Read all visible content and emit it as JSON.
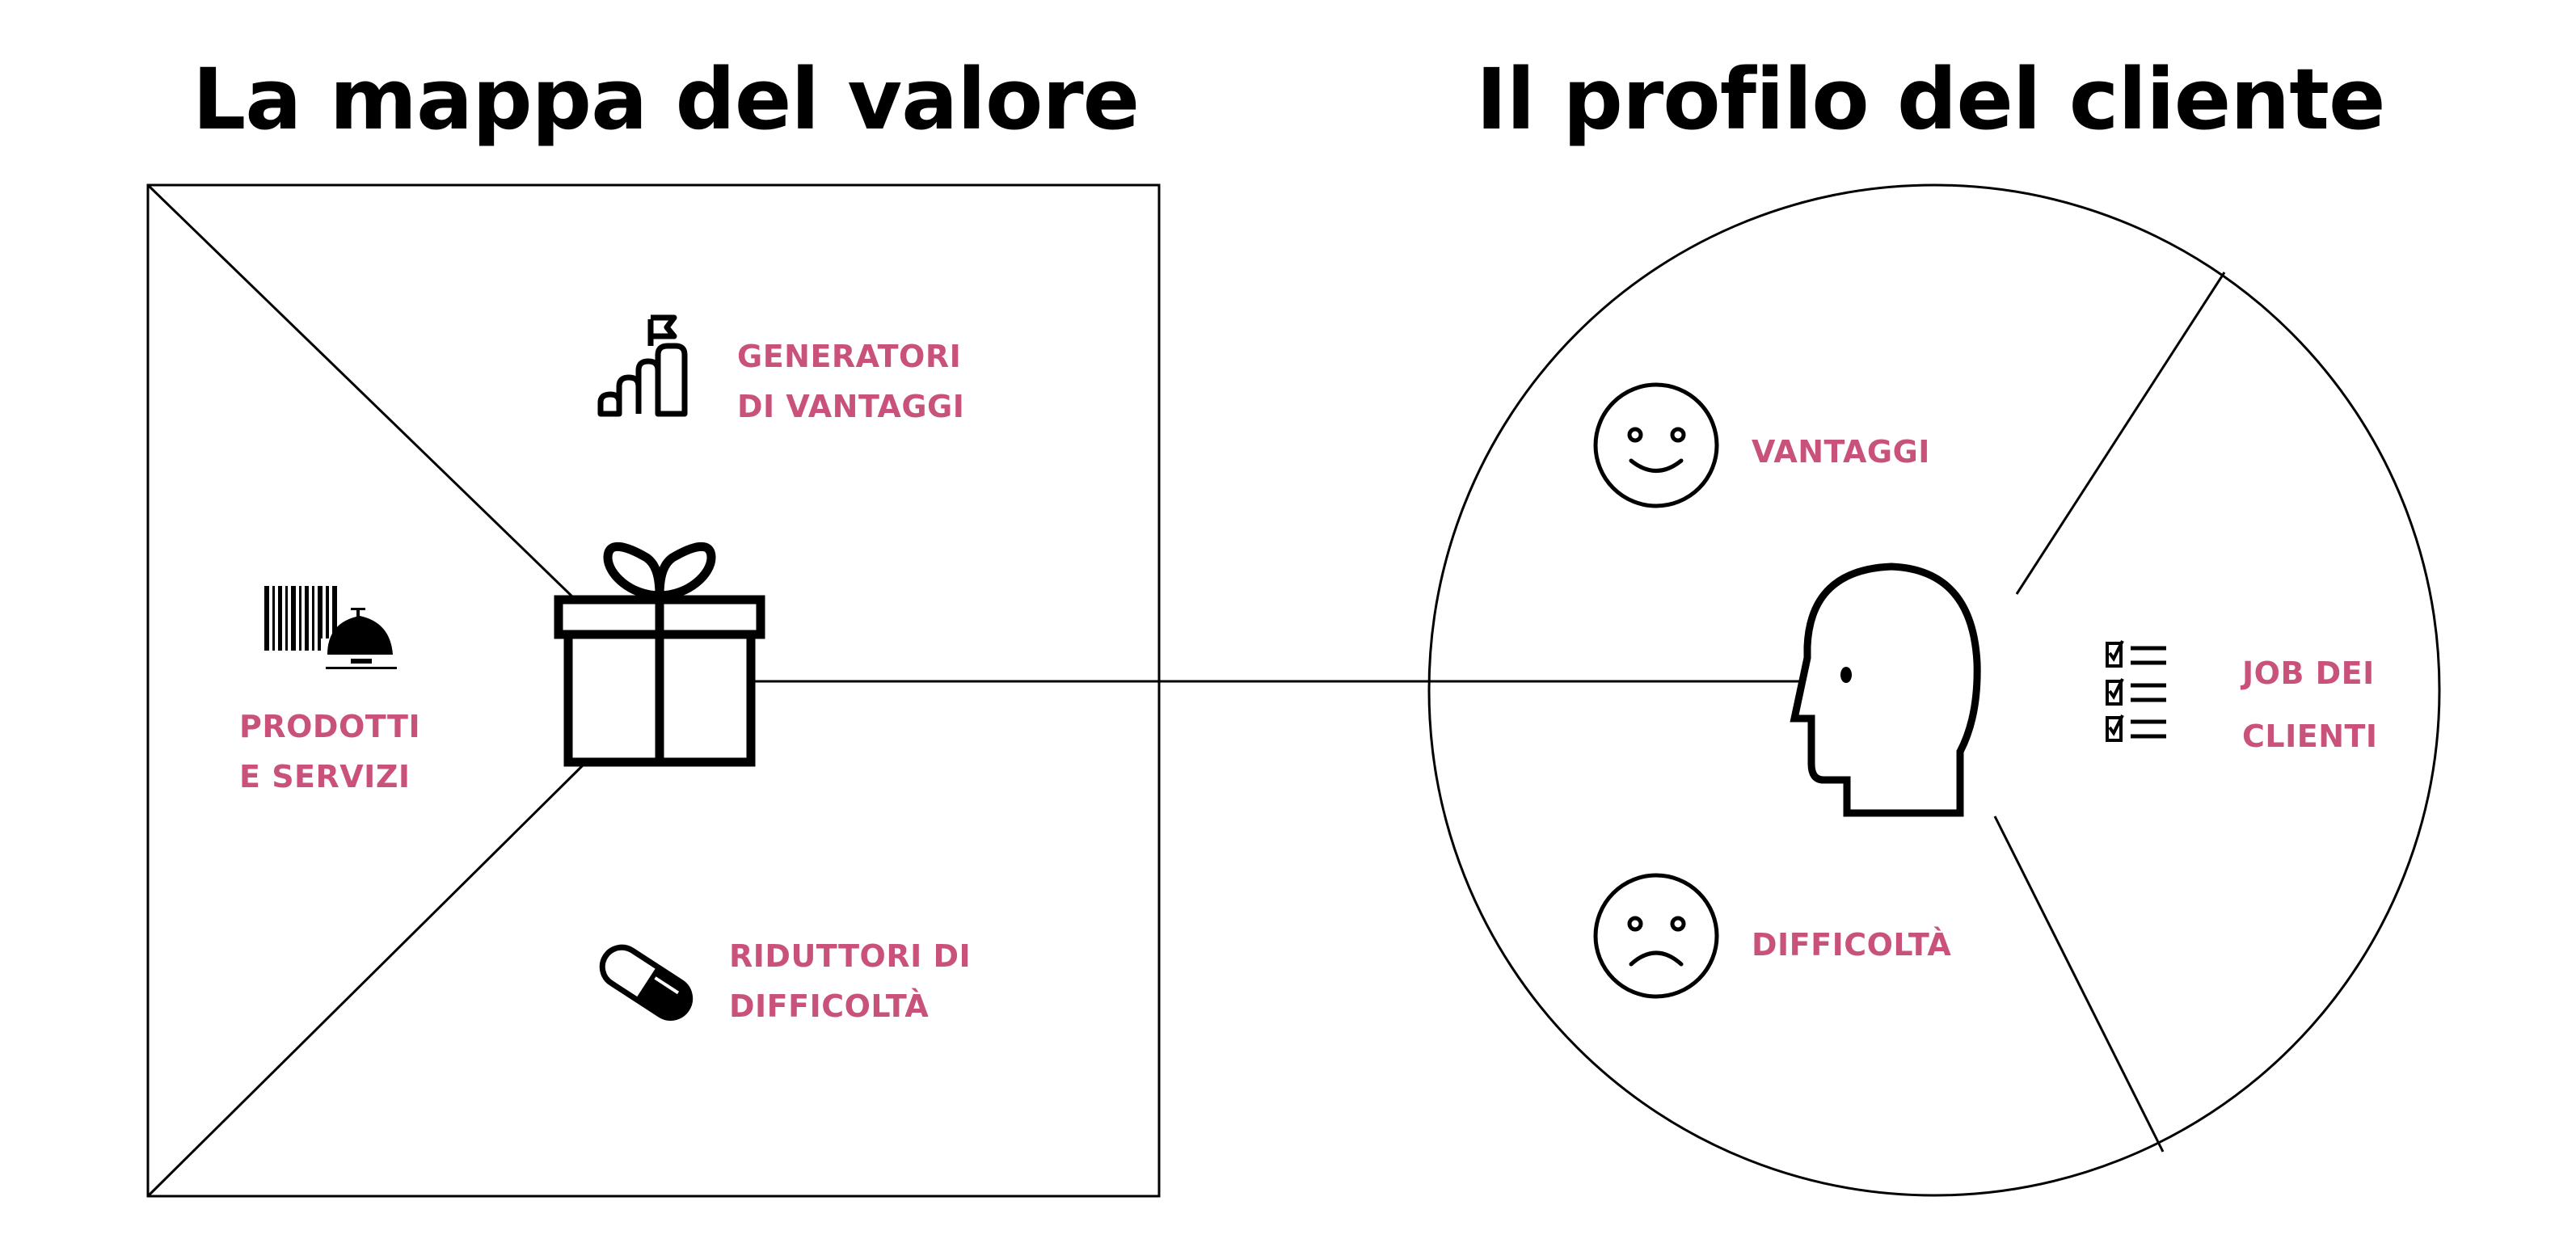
{
  "titles": {
    "left": "La mappa del valore",
    "right": "Il profilo del cliente"
  },
  "colors": {
    "accent": "#c8527b",
    "line": "#000000",
    "background": "#ffffff"
  },
  "value_map": {
    "center_icon": "gift-icon",
    "sections": [
      {
        "id": "gain-creators",
        "icon": "stairs-flag-icon",
        "line1": "GENERATORI",
        "line2": "DI VANTAGGI"
      },
      {
        "id": "products-services",
        "icon": "barcode-service-bell-icon",
        "line1": "PRODOTTI",
        "line2": "E SERVIZI"
      },
      {
        "id": "pain-relievers",
        "icon": "pill-icon",
        "line1": "RIDUTTORI DI",
        "line2": "DIFFICOLTÀ"
      }
    ]
  },
  "customer_profile": {
    "center_icon": "head-profile-icon",
    "sections": [
      {
        "id": "gains",
        "icon": "smiley-face-icon",
        "line1": "VANTAGGI"
      },
      {
        "id": "customer-jobs",
        "icon": "checklist-icon",
        "line1": "JOB DEI",
        "line2": "CLIENTI"
      },
      {
        "id": "pains",
        "icon": "sad-face-icon",
        "line1": "DIFFICOLTÀ"
      }
    ]
  }
}
